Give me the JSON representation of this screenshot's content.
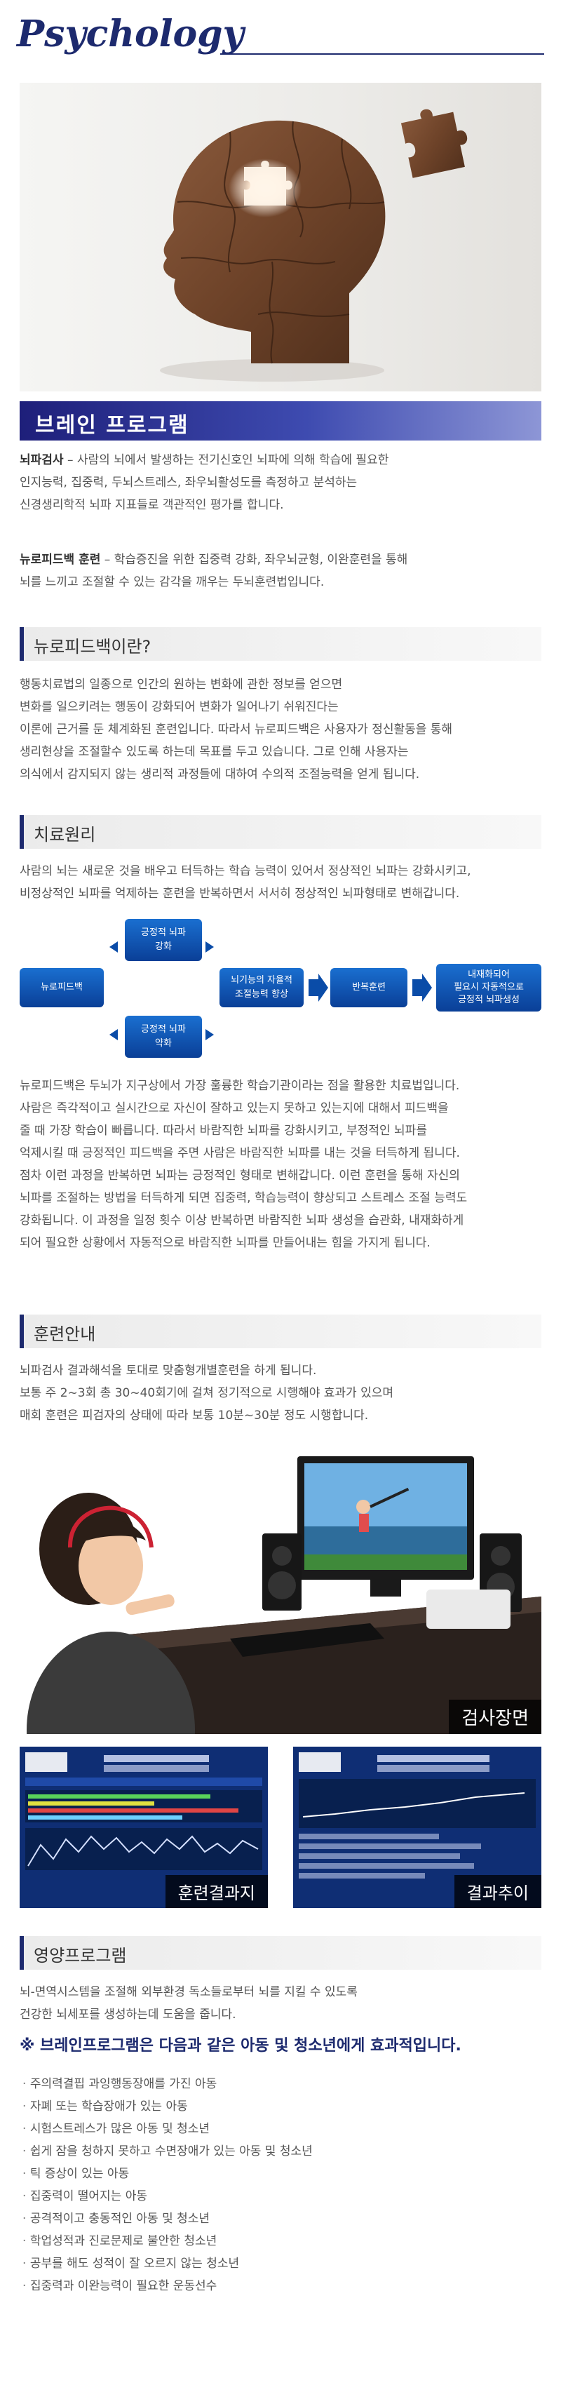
{
  "brand": {
    "title": "Psychology"
  },
  "banner": {
    "title": "브레인 프로그램"
  },
  "intro": {
    "p1_label": "뇌파검사",
    "p1_lines": [
      " – 사람의 뇌에서 발생하는 전기신호인 뇌파에 의해 학습에 필요한",
      "인지능력, 집중력, 두뇌스트레스, 좌우뇌활성도를 측정하고 분석하는",
      "신경생리학적 뇌파 지표들로 객관적인 평가를 합니다."
    ],
    "p2_label": "뉴로피드백 훈련",
    "p2_lines": [
      " – 학습증진을 위한 집중력 강화, 좌우뇌균형, 이완훈련을 통해",
      "뇌를 느끼고 조절할 수 있는 감각을 깨우는 두뇌훈련법입니다."
    ]
  },
  "section_neuro": {
    "title": "뉴로피드백이란?",
    "lines": [
      "행동치료법의 일종으로 인간의 원하는 변화에 관한 정보를 얻으면",
      "변화를 일으키려는 행동이 강화되어 변화가 일어나기 쉬워진다는",
      "이론에 근거를 둔 체계화된 훈련입니다. 따라서 뉴로피드백은 사용자가 정신활동을 통해",
      "생리현상을 조절할수 있도록 하는데 목표를 두고 있습니다. 그로 인해 사용자는",
      "의식에서 감지되지 않는 생리적 과정들에 대하여 수의적 조절능력을 얻게 됩니다."
    ]
  },
  "section_principle": {
    "title": "치료원리",
    "lines": [
      "사람의 뇌는 새로운 것을 배우고 터득하는 학습 능력이 있어서 정상적인 뇌파는 강화시키고,",
      "비정상적인 뇌파를 억제하는 훈련을 반복하면서 서서히 정상적인 뇌파형태로 변해갑니다."
    ],
    "diagram": {
      "neurofeedback": "뉴로피드백",
      "pos_strengthen": [
        "긍정적 뇌파",
        "강화"
      ],
      "pos_weaken": [
        "긍정적 뇌파",
        "약화"
      ],
      "self_control": [
        "뇌기능의 자율적",
        "조절능력 향상"
      ],
      "repeat": "반복훈련",
      "internalize": [
        "내재화되어",
        "필요시 자동적으로",
        "긍정적 뇌파생성"
      ]
    },
    "lines2": [
      "뉴로피드백은 두뇌가 지구상에서 가장 훌륭한 학습기관이라는 점을 활용한 치료법입니다.",
      "사람은 즉각적이고 실시간으로 자신이 잘하고 있는지 못하고 있는지에 대해서 피드백을",
      "줄 때 가장 학습이 빠릅니다. 따라서 바람직한 뇌파를 강화시키고, 부정적인 뇌파를",
      "억제시킬 때 긍정적인 피드백을 주면 사람은 바람직한 뇌파를 내는 것을 터득하게 됩니다.",
      "점차 이런 과정을 반복하면 뇌파는 긍정적인 형태로 변해갑니다. 이런 훈련을 통해 자신의",
      "뇌파를 조절하는 방법을 터득하게 되면 집중력, 학습능력이 향상되고 스트레스 조절 능력도",
      "강화됩니다. 이 과정을 일정 횟수 이상 반복하면 바람직한 뇌파 생성을 습관화, 내재화하게",
      "되어 필요한 상황에서 자동적으로 바람직한 뇌파를 만들어내는 힘을 가지게 됩니다."
    ]
  },
  "section_training": {
    "title": "훈련안내",
    "lines": [
      "뇌파검사 결과해석을 토대로 맞춤형개별훈련을 하게 됩니다.",
      "보통 주 2~3회 총 30~40회기에 걸쳐 정기적으로 시행해야 효과가 있으며",
      "매회 훈련은 피검자의 상태에 따라 보통 10분~30분 정도 시행합니다."
    ],
    "photo_caption": "검사장면",
    "result_caption": "훈련결과지",
    "trend_caption": "결과추이"
  },
  "section_nutrition": {
    "title": "영양프로그램",
    "lines": [
      "뇌-면역시스템을 조절해 외부환경 독소들로부터 뇌를 지킬 수 있도록",
      "건강한 뇌세포를 생성하는데 도움을 줍니다."
    ]
  },
  "effective": {
    "title": "※ 브레인프로그램은 다음과 같은 아동 및 청소년에게 효과적입니다.",
    "items": [
      "주의력결핍 과잉행동장애를 가진 아동",
      "자폐 또는 학습장애가 있는 아동",
      "시험스트레스가 많은 아동 및 청소년",
      "쉽게 잠을 청하지 못하고 수면장애가 있는 아동 및 청소년",
      "틱 증상이 있는 아동",
      "집중력이 떨어지는 아동",
      "공격적이고 충동적인 아동 및 청소년",
      "학업성적과 진로문제로 불안한 청소년",
      "공부를 해도 성적이 잘 오르지 않는 청소년",
      "집중력과 이완능력이 필요한 운동선수"
    ]
  },
  "colors": {
    "navy": "#1d2a6e",
    "diagram_blue": "#0a4ca8"
  }
}
